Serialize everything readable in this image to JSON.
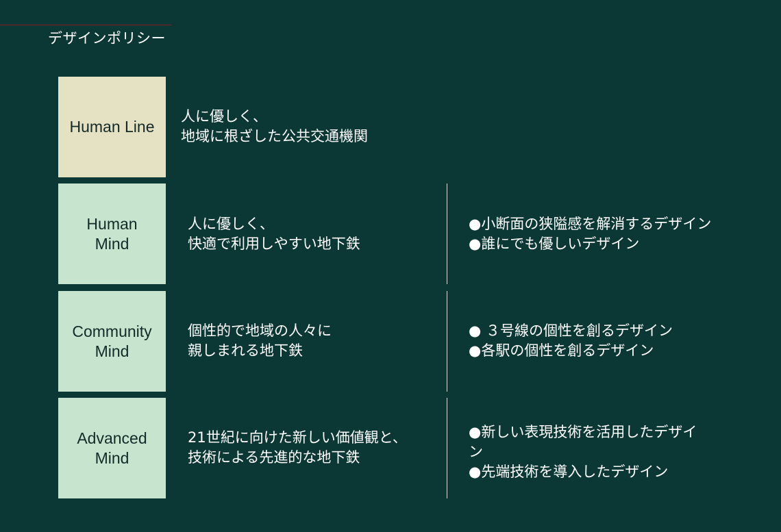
{
  "page": {
    "title": "デザインポリシー"
  },
  "rows": [
    {
      "label": "Human Line",
      "description": "人に優しく、\n地域に根ざした公共交通機関",
      "features": []
    },
    {
      "label": "Human\nMind",
      "description": "人に優しく、\n快適で利用しやすい地下鉄",
      "features": [
        "●小断面の狭隘感を解消するデザイン",
        "●誰にでも優しいデザイン"
      ]
    },
    {
      "label": "Community\nMind",
      "description": "個性的で地域の人々に\n親しまれる地下鉄",
      "features": [
        "● ３号線の個性を創るデザイン",
        "●各駅の個性を創るデザイン"
      ]
    },
    {
      "label": "Advanced\nMind",
      "description": "21世紀に向けた新しい価値観と、\n技術による先進的な地下鉄",
      "features": [
        "●新しい表現技術を活用したデザイン",
        "●先端技術を導入したデザイン"
      ]
    }
  ],
  "colors": {
    "background": "#0b3835",
    "accent_rule": "#8a1e1e",
    "human_line_box": "#e4e2c3",
    "mind_box": "#c6e4ce",
    "box_text": "#142a28",
    "text": "#ffffff"
  }
}
